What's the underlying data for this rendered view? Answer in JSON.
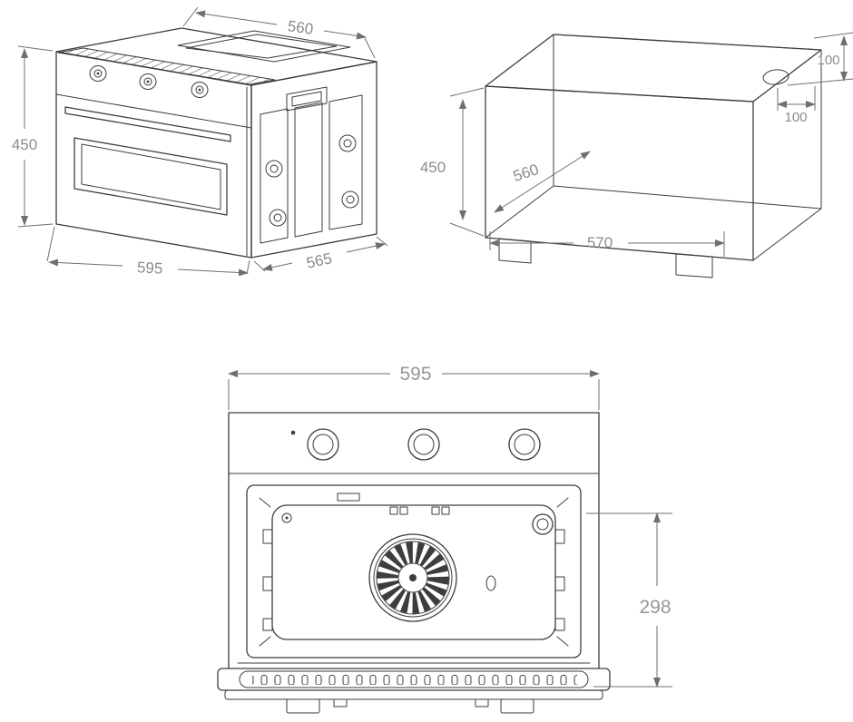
{
  "colors": {
    "line": "#3d3d3d",
    "dimension_line": "#6f6f6f",
    "dimension_text": "#8b8b8b",
    "background": "#ffffff"
  },
  "views": {
    "oven_isometric": {
      "dims": {
        "top_width": "560",
        "height": "450",
        "front_width": "595",
        "depth": "565"
      }
    },
    "cabinet_cutout": {
      "dims": {
        "hole_offset_vertical": "100",
        "hole_offset_horizontal": "100",
        "height": "450",
        "depth": "560",
        "width": "570"
      }
    },
    "oven_front": {
      "dims": {
        "width": "595",
        "opening_height": "298"
      }
    }
  }
}
